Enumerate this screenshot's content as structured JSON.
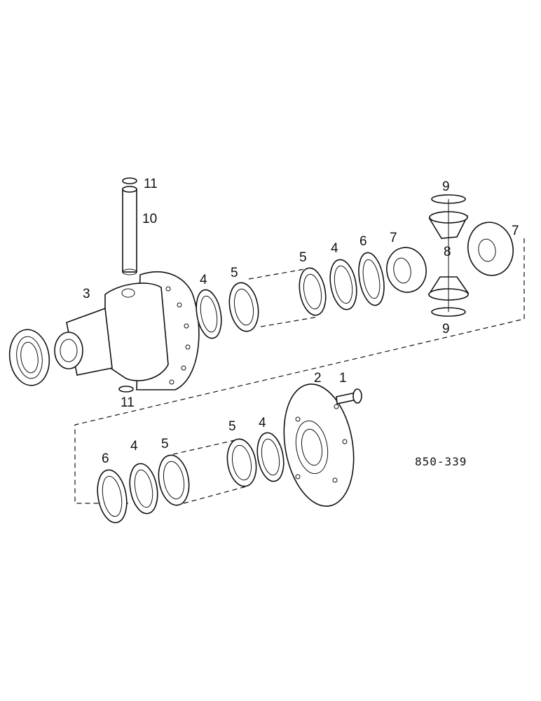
{
  "labels": {
    "c1": "1",
    "c2": "2",
    "c3": "3",
    "c4a": "4",
    "c4b": "4",
    "c4c": "4",
    "c4d": "4",
    "c5a": "5",
    "c5b": "5",
    "c5c": "5",
    "c5d": "5",
    "c6a": "6",
    "c6b": "6",
    "c7a": "7",
    "c7b": "7",
    "c8": "8",
    "c9a": "9",
    "c9b": "9",
    "c10": "10",
    "c11a": "11",
    "c11b": "11"
  },
  "figure_code": "850-339"
}
